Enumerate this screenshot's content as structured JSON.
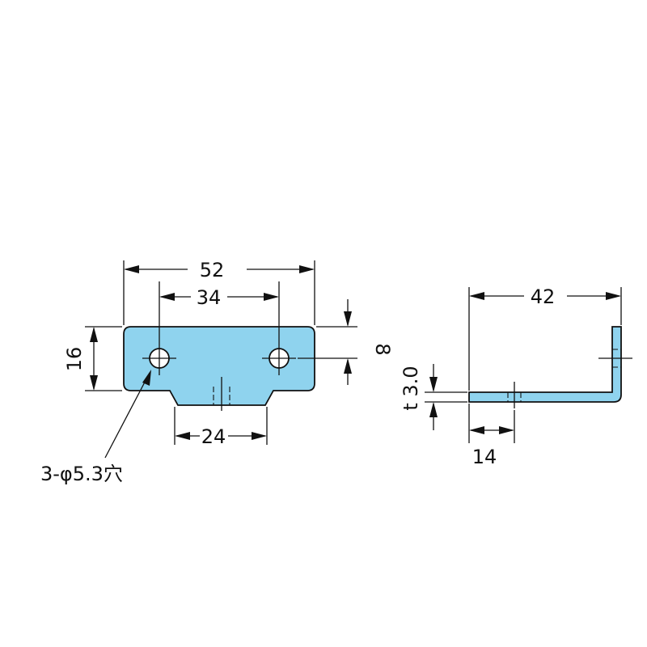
{
  "colors": {
    "part_fill": "#8fd3ee",
    "line": "#111111",
    "background": "#ffffff"
  },
  "front_view": {
    "overall_width": "52",
    "hole_pitch": "34",
    "height": "16",
    "hole_offset": "8",
    "tab_width": "24",
    "hole_note": "3-φ5.3穴"
  },
  "side_view": {
    "length": "42",
    "thickness": "t 3.0",
    "hole_offset": "14"
  }
}
